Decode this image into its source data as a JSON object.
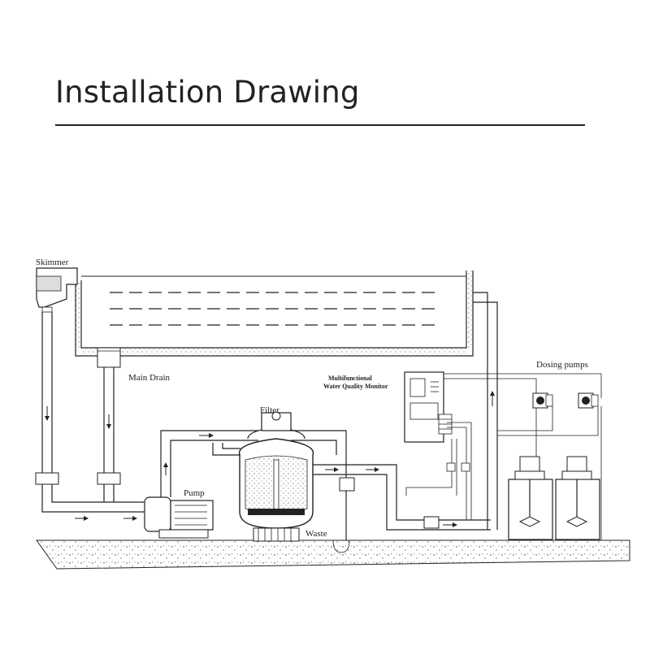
{
  "title": "Installation Drawing",
  "labels": {
    "skimmer": "Skimmer",
    "main_drain": "Main Drain",
    "filter": "Filter",
    "pump": "Pump",
    "waste": "Waste",
    "monitor_line1": "Multifunctional",
    "monitor_line2": "Water Quality Monitor",
    "dosing_pumps": "Dosing pumps"
  }
}
